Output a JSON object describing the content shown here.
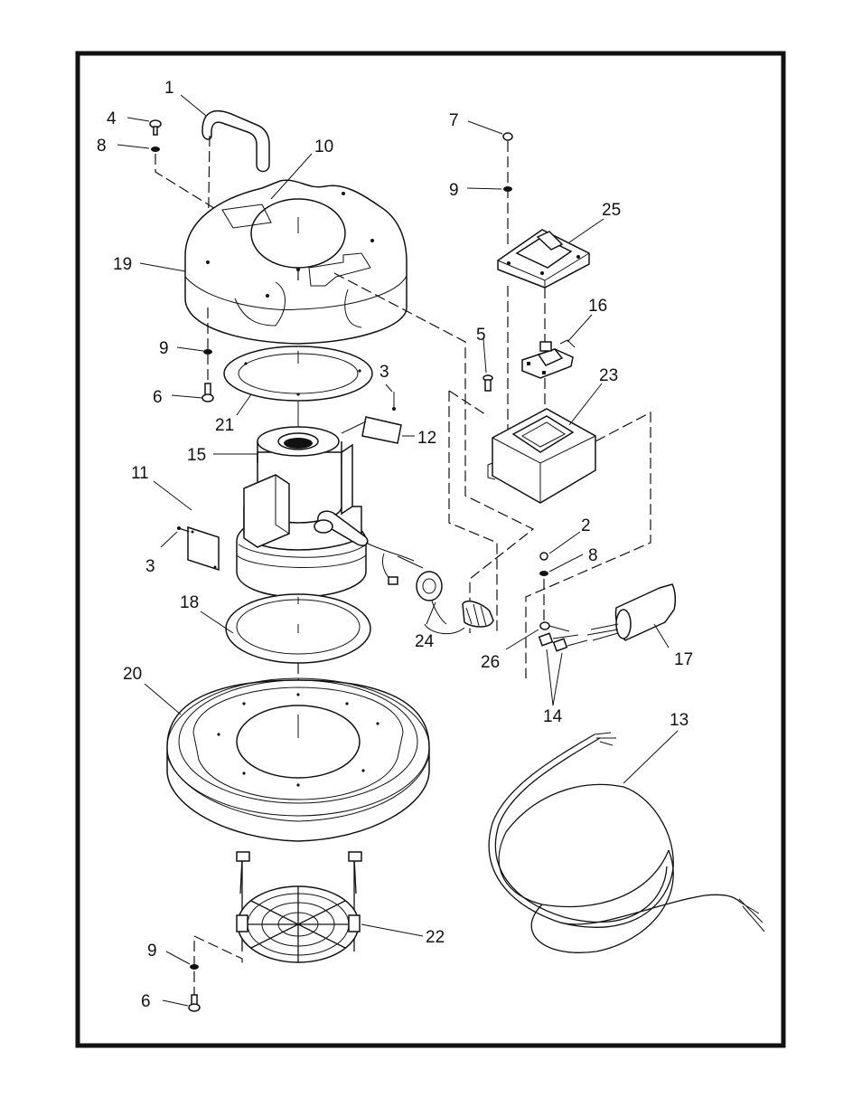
{
  "figure": {
    "callouts": {
      "c1": "1",
      "c4": "4",
      "c8a": "8",
      "c10": "10",
      "c19": "19",
      "c9a": "9",
      "c6a": "6",
      "c21": "21",
      "c3a": "3",
      "c12": "12",
      "c15": "15",
      "c11": "11",
      "c3b": "3",
      "c18": "18",
      "c24": "24",
      "c20": "20",
      "c22": "22",
      "c9b": "9",
      "c6b": "6",
      "c7": "7",
      "c9c": "9",
      "c25": "25",
      "c16": "16",
      "c5": "5",
      "c23": "23",
      "c2": "2",
      "c8b": "8",
      "c17": "17",
      "c26": "26",
      "c14": "14",
      "c13": "13"
    }
  }
}
